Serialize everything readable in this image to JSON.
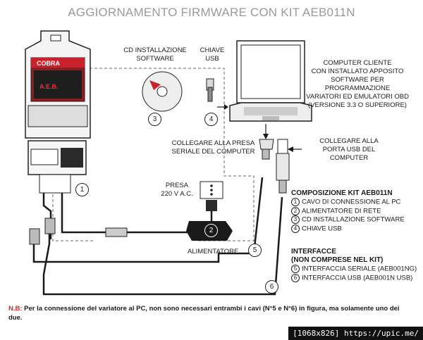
{
  "title": "AGGIORNAMENTO FIRMWARE CON KIT AEB011N",
  "labels": {
    "cd": [
      "CD INSTALLAZIONE",
      "SOFTWARE"
    ],
    "usb_key": [
      "CHIAVE",
      "USB"
    ],
    "computer": [
      "COMPUTER CLIENTE",
      "CON INSTALLATO APPOSITO",
      "SOFTWARE PER",
      "PROGRAMMAZIONE",
      "VARIATORI ED EMULATORI OBD",
      "(VERSIONE 3.3 O SUPERIORE)"
    ],
    "serial": [
      "COLLEGARE ALLA PRESA",
      "SERIALE DEL COMPUTER"
    ],
    "usb_port": [
      "COLLEGARE ALLA",
      "PORTA USB DEL",
      "COMPUTER"
    ],
    "socket": [
      "PRESA",
      "220 V A.C."
    ],
    "psu": "ALIMENTATORE",
    "device_brand": "COBRA",
    "device_logo": "A.E.B."
  },
  "callouts": [
    "1",
    "2",
    "3",
    "4",
    "5",
    "6"
  ],
  "kit": {
    "heading": "COMPOSIZIONE KIT AEB011N",
    "items": [
      {
        "n": "1",
        "text": "CAVO DI CONNESSIONE AL PC"
      },
      {
        "n": "2",
        "text": "ALIMENTATORE DI RETE"
      },
      {
        "n": "3",
        "text": "CD INSTALLAZIONE SOFTWARE"
      },
      {
        "n": "4",
        "text": "CHIAVE USB"
      }
    ]
  },
  "interfaces": {
    "heading": [
      "INTERFACCE",
      "(NON COMPRESE NEL KIT)"
    ],
    "items": [
      {
        "n": "5",
        "text": "INTERFACCIA SERIALE (AEB001NG)"
      },
      {
        "n": "6",
        "text": "INTERFACCIA USB (AEB001N USB)"
      }
    ]
  },
  "note": {
    "prefix": "N.B:",
    "text": "Per la connessione del variatore al PC, non sono necessari entrambi i cavi (N°5 e N°6) in figura, ma solamente uno dei due."
  },
  "watermark": "[1068x826] https://upic.me/",
  "colors": {
    "title": "#9a9a9a",
    "note_prefix": "#d0302b",
    "device_red": "#c8232c",
    "line": "#1a1a1a"
  }
}
